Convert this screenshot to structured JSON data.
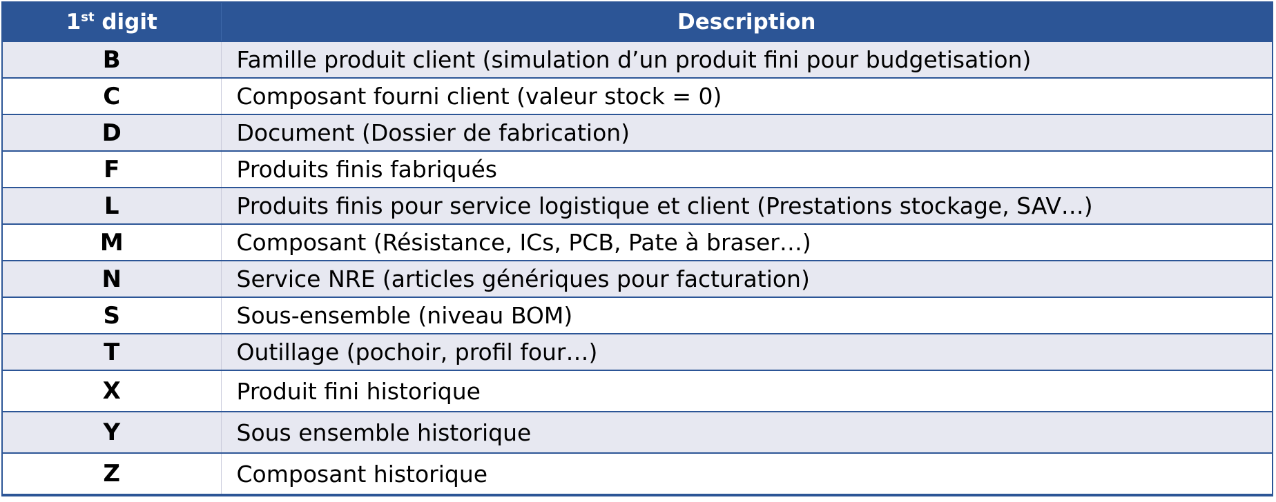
{
  "header": {
    "col1_prefix": "1",
    "col1_sup": "st",
    "col1_suffix": " digit",
    "col2": "Description"
  },
  "rows": [
    {
      "code": "B",
      "description": "Famille produit client (simulation d’un produit fini pour budgetisation)"
    },
    {
      "code": "C",
      "description": "Composant fourni client (valeur stock = 0)"
    },
    {
      "code": "D",
      "description": "Document (Dossier de fabrication)"
    },
    {
      "code": "F",
      "description": "Produits finis fabriqués"
    },
    {
      "code": "L",
      "description": "Produits finis pour service logistique et client (Prestations stockage, SAV…)"
    },
    {
      "code": "M",
      "description": "Composant (Résistance, ICs, PCB, Pate à braser…)"
    },
    {
      "code": "N",
      "description": "Service NRE (articles génériques pour facturation)"
    },
    {
      "code": "S",
      "description": "Sous-ensemble (niveau BOM)"
    },
    {
      "code": "T",
      "description": "Outillage (pochoir, profil four…)"
    },
    {
      "code": "X",
      "description": "Produit fini historique"
    },
    {
      "code": "Y",
      "description": "Sous ensemble historique"
    },
    {
      "code": "Z",
      "description": "Composant historique"
    }
  ],
  "colors": {
    "header_bg": "#2c5596",
    "header_text": "#ffffff",
    "row_shaded": "#e7e8f1",
    "row_plain": "#ffffff",
    "border": "#2c5596"
  }
}
